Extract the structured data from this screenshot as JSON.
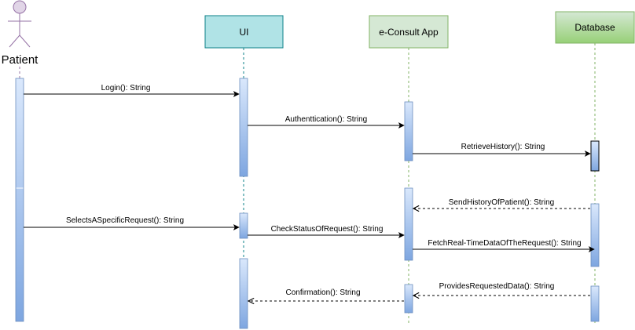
{
  "actor": {
    "label": "Patient",
    "head_color": "#e1d5e7",
    "line_color": "#9673a6"
  },
  "participants": {
    "ui": {
      "label": "UI",
      "fill": "#b0e3e6",
      "stroke": "#0e8088"
    },
    "app": {
      "label": "e-Consult App",
      "fill": "#d5e8d4",
      "stroke": "#82b366"
    },
    "db": {
      "label": "Database",
      "fill": "#d5e8d4",
      "stroke": "#82b366"
    }
  },
  "activation_color": "#7ea6e0",
  "messages": {
    "login": "Login(): String",
    "authentication": "Authenttication(): String",
    "retrieve_history": "RetrieveHistory(): String",
    "send_history": "SendHistoryOfPatient(): String",
    "selects_request": "SelectsASpecificRequest(): String",
    "check_status": "CheckStatusOfRequest(): String",
    "fetch_realtime": "FetchReal-TimeDataOfTheRequest(): String",
    "provides_data": "ProvidesRequestedData(): String",
    "confirmation": "Confirmation(): String"
  }
}
